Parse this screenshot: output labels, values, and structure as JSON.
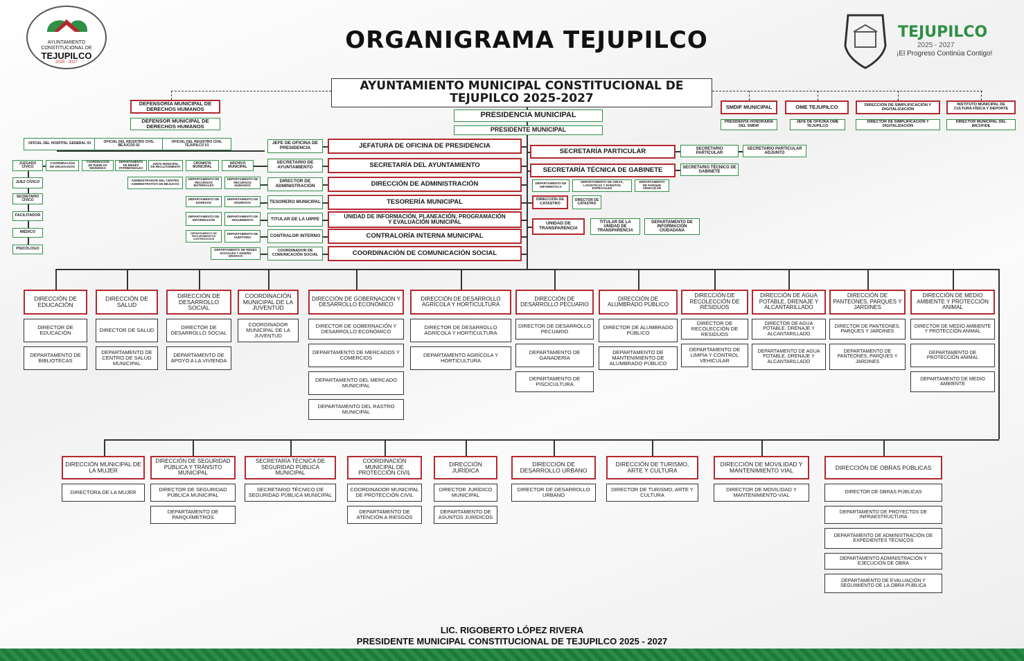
{
  "title": "ORGANIGRAMA TEJUPILCO",
  "logo_left": {
    "line1": "AYUNTAMIENTO",
    "line2": "CONSTITUCIONAL DE",
    "line3": "TEJUPILCO",
    "line4": "2025 - 2027"
  },
  "logo_right": {
    "name": "TEJUPILCO",
    "years": "2025 - 2027",
    "slogan": "¡El Progreso Continúa Contigo!"
  },
  "colors": {
    "red": "#b3282d",
    "green": "#2f8f45",
    "band": "#1f7a3a"
  },
  "top": {
    "ayuntamiento": "AYUNTAMIENTO MUNICIPAL CONSTITUCIONAL DE TEJUPILCO 2025-2027",
    "presidencia": "PRESIDENCIA MUNICIPAL",
    "presidente": "PRESIDENTE MUNICIPAL",
    "defensoria": "DEFENSORÍA MUNICIPAL DE DERECHOS HUMANOS",
    "defensor": "DEFENSOR MUNICIPAL DE DERECHOS HUMANOS",
    "smdif": "SMDIF MUNICIPAL",
    "smdif_sub": "PRESIDENTA HONORARIA DEL SMDIF",
    "ome": "OME TEJUPILCO",
    "ome_sub": "JEFE DE OFICINA OME TEJUPILCO",
    "simplificacion": "DIRECCIÓN DE SIMPLIFICACIÓN Y DIGITALIZACIÓN",
    "simplificacion_sub": "DIRECTOR DE SIMPLIFICACIÓN Y DIGITALIZACIÓN",
    "imcufide": "INSTITUTO MUNICIPAL DE CULTURA FÍSICA Y DEPORTE",
    "imcufide_sub": "DIRECTOR MUNICIPAL DEL IMCUFIDE"
  },
  "central": [
    {
      "name": "JEFATURA DE OFICINA DE PRESIDENCIA",
      "head": "JEFE DE OFICINA DE PRESIDENCIA"
    },
    {
      "name": "SECRETARÍA DEL AYUNTAMIENTO",
      "head": "SECRETARIO DE AYUNTAMIENTO"
    },
    {
      "name": "DIRECCIÓN DE ADMINISTRACIÓN",
      "head": "DIRECTOR DE ADMINISTRACIÓN"
    },
    {
      "name": "TESORERÍA MUNICIPAL",
      "head": "TESORERO MUNICIPAL"
    },
    {
      "name": "UNIDAD DE INFORMACIÓN, PLANEACIÓN, PROGRAMACIÓN Y EVALUACIÓN MUNICIPAL",
      "head": "TITULAR DE LA UIPPE"
    },
    {
      "name": "CONTRALORÍA INTERNA MUNICIPAL",
      "head": "CONTRALOR INTERNO"
    },
    {
      "name": "COORDINACIÓN DE COMUNICACIÓN SOCIAL",
      "head": "COORDINADOR DE COMUNICACIÓN SOCIAL"
    }
  ],
  "left_small": {
    "oficial1": "OFICIAL DEL HOSPITAL GENERAL 03",
    "oficial2": "OFICIAL DEL REGISTRO CIVIL BEJUCOS 02",
    "oficial3": "OFICIAL DEL REGISTRO CIVIL TEJUPILCO 01",
    "juzgado": "JUZGADO CÍVICO",
    "coord_delegados": "COORDINACIÓN DE DELEGADOS",
    "coord_pueblos": "COORDINACIÓN DE PUEBLOS INDÍGENAS",
    "bienes": "DEPARTAMENTO DE BIENES PATRIMONIALES",
    "junta": "JUNTA MUNICIPAL DE RECLUTAMIENTO",
    "cronista": "CRONISTA MUNICIPAL",
    "archivo": "ARCHIVO MUNICIPAL",
    "juez": "JUEZ CÍVICO",
    "secretario_civico": "SECRETARIO CÍVICO",
    "facilitador": "FACILITADOR",
    "medico": "MÉDICO",
    "psicologo": "PSICÓLOGO",
    "admin_bejucos": "ADMINISTRADOR DEL CENTRO ADMINISTRATIVO DE BEJUCOS",
    "rec_materiales": "DEPARTAMENTO DE RECURSOS MATERIALES",
    "rec_humanos": "DEPARTAMENTO DE RECURSOS HUMANOS",
    "egresos": "DEPARTAMENTO DE EGRESOS",
    "ingresos": "DEPARTAMENTO DE INGRESOS",
    "informacion": "DEPARTAMENTO DE INFORMACIÓN",
    "seguimiento": "DEPARTAMENTO DE SEGUIMIENTO",
    "procedimientos": "DEPARTAMENTO DE PROCEDIMIENTOS CONTENCIOSOS",
    "auditoria": "DEPARTAMENTO DE AUDITORÍA",
    "redes": "DEPARTAMENTO DE REDES SOCIALES Y DISEÑO GRÁFICO"
  },
  "right_mid": {
    "particular": "SECRETARÍA PARTICULAR",
    "particular_sec": "SECRETARIO PARTICULAR",
    "particular_adj": "SECRETARIO PARTICULAR ADJUNTO",
    "gabinete": "SECRETARÍA TÉCNICA DE GABINETE",
    "gabinete_sec": "SECRETARIO TÉCNICO DE GABINETE",
    "dep_informatica": "DEPARTAMENTO DE INFORMÁTICA",
    "dep_giras": "DEPARTAMENTO DE GIRAS, LOGÍSTICAS Y EVENTOS ESPECIALES",
    "dep_parque": "DEPARTAMENTO DE PARQUE VEHICULAR",
    "catastro": "DIRECCIÓN DE CATASTRO",
    "catastro_dir": "DIRECTOR DE CATASTRO",
    "transparencia": "UNIDAD DE TRANSPARENCIA",
    "transparencia_tit": "TITULAR DE LA UNIDAD DE TRANSPARENCIA",
    "info_ciudadana": "DEPARTAMENTO DE INFORMACIÓN CIUDADANA"
  },
  "row1": [
    {
      "name": "DIRECCIÓN DE EDUCACIÓN",
      "subs": [
        "DIRECTOR DE EDUCACIÓN",
        "DEPARTAMENTO DE BIBLIOTECAS"
      ]
    },
    {
      "name": "DIRECCIÓN DE SALUD",
      "subs": [
        "DIRECTOR DE SALUD",
        "DEPARTAMENTO DE CENTRO DE SALUD MUNICIPAL"
      ]
    },
    {
      "name": "DIRECCIÓN DE DESARROLLO SOCIAL",
      "subs": [
        "DIRECTOR DE DESARROLLO SOCIAL",
        "DEPARTAMENTO DE APOYO A LA VIVIENDA"
      ]
    },
    {
      "name": "COORDINACIÓN MUNICIPAL DE LA JUVENTUD",
      "subs": [
        "COORDINADOR MUNICIPAL DE LA JUVENTUD"
      ]
    },
    {
      "name": "DIRECCIÓN DE GOBERNACIÓN Y DESARROLLO ECONÓMICO",
      "subs": [
        "DIRECTOR DE GOBERNACIÓN Y DESARROLLO ECONÓMICO",
        "DEPARTAMENTO DE MERCADOS Y COMERCIOS",
        "DEPARTAMENTO DEL MERCADO MUNICIPAL",
        "DEPARTAMENTO DEL RASTRO MUNICIPAL"
      ]
    },
    {
      "name": "DIRECCIÓN DE DESARROLLO AGRÍCOLA Y HORTICULTURA",
      "subs": [
        "DIRECTOR DE DESARROLLO AGRÍCOLA Y HORTICULTURA",
        "DEPARTAMENTO AGRÍCOLA Y HORTICULTURA"
      ]
    },
    {
      "name": "DIRECCIÓN DE DESARROLLO PECUARIO",
      "subs": [
        "DIRECTOR DE DESARROLLO PECUARIO",
        "DEPARTAMENTO DE GANADERÍA",
        "DEPARTAMENTO DE PISCICULTURA"
      ]
    },
    {
      "name": "DIRECCIÓN DE ALUMBRADO PÚBLICO",
      "subs": [
        "DIRECTOR DE ALUMBRADO PÚBLICO",
        "DEPARTAMENTO DE MANTENIMIENTO DE ALUMBRADO PÚBLICO"
      ]
    },
    {
      "name": "DIRECCIÓN DE RECOLECCIÓN DE RESIDUOS",
      "subs": [
        "DIRECTOR DE RECOLECCIÓN DE RESIDUOS",
        "DEPARTAMENTO DE LIMPIA Y CONTROL VEHICULAR"
      ]
    },
    {
      "name": "DIRECCIÓN DE AGUA POTABLE, DRENAJE Y ALCANTARILLADO",
      "subs": [
        "DIRECTOR DE AGUA POTABLE, DRENAJE Y ALCANTARILLADO",
        "DEPARTAMENTO DE AGUA POTABLE, DRENAJE Y ALCANTARILLADO"
      ]
    },
    {
      "name": "DIRECCIÓN DE PANTEONES, PARQUES Y JARDINES",
      "subs": [
        "DIRECTOR DE PANTEONES, PARQUES Y JARDINES",
        "DEPARTAMENTO DE PANTEONES, PARQUES Y JARDINES"
      ]
    },
    {
      "name": "DIRECCIÓN DE MEDIO AMBIENTE Y PROTECCIÓN ANIMAL",
      "subs": [
        "DIRECTOR DE MEDIO AMBIENTE Y PROTECCIÓN ANIMAL",
        "DEPARTAMENTO DE PROTECCIÓN ANIMAL",
        "DEPARTAMENTO DE MEDIO AMBIENTE"
      ]
    }
  ],
  "row2": [
    {
      "name": "DIRECCIÓN MUNICIPAL DE LA MUJER",
      "subs": [
        "DIRECTORA DE LA MUJER"
      ]
    },
    {
      "name": "DIRECCIÓN DE SEGURIDAD PÚBLICA Y TRÁNSITO MUNICIPAL",
      "subs": [
        "DIRECTOR DE SEGURIDAD PÚBLICA MUNICIPAL",
        "DEPARTAMENTO DE PARQUÍMETROS"
      ]
    },
    {
      "name": "SECRETARÍA TÉCNICA DE SEGURIDAD PÚBLICA MUNICIPAL",
      "subs": [
        "SECRETARIO TÉCNICO DE SEGURIDAD PÚBLICA MUNICIPAL"
      ]
    },
    {
      "name": "COORDINACIÓN MUNICIPAL DE PROTECCIÓN CIVIL",
      "subs": [
        "COORDINADOR MUNICIPAL DE PROTECCIÓN CIVIL",
        "DEPARTAMENTO DE ATENCIÓN A RIESGOS"
      ]
    },
    {
      "name": "DIRECCIÓN JURÍDICA",
      "subs": [
        "DIRECTOR JURÍDICO MUNICIPAL",
        "DEPARTAMENTO DE ASUNTOS JURÍDICOS"
      ]
    },
    {
      "name": "DIRECCIÓN DE DESARROLLO URBANO",
      "subs": [
        "DIRECTOR DE DESARROLLO URBANO"
      ]
    },
    {
      "name": "DIRECCIÓN DE TURISMO, ARTE Y CULTURA",
      "subs": [
        "DIRECTOR DE TURISMO, ARTE Y CULTURA"
      ]
    },
    {
      "name": "DIRECCIÓN DE MOVILIDAD Y MANTENIMIENTO VIAL",
      "subs": [
        "DIRECTOR DE MOVILIDAD Y MANTENIMIENTO VIAL"
      ]
    },
    {
      "name": "DIRECCIÓN DE OBRAS PÚBLICAS",
      "subs": [
        "DIRECTOR DE OBRAS PÚBLICAS",
        "DEPARTAMENTO DE PROYECTOS DE INFRAESTRUCTURA",
        "DEPARTAMENTO DE ADMINISTRACIÓN DE EXPEDIENTES TÉCNICOS",
        "DEPARTAMENTO ADMINISTRACIÓN Y EJECUCIÓN DE OBRA",
        "DEPARTAMENTO DE EVALUACIÓN Y SEGUIMIENTO DE LA OBRA PÚBLICA"
      ]
    }
  ],
  "footer": {
    "name": "LIC. RIGOBERTO LÓPEZ RIVERA",
    "role": "PRESIDENTE MUNICIPAL CONSTITUCIONAL DE TEJUPILCO 2025 - 2027"
  }
}
